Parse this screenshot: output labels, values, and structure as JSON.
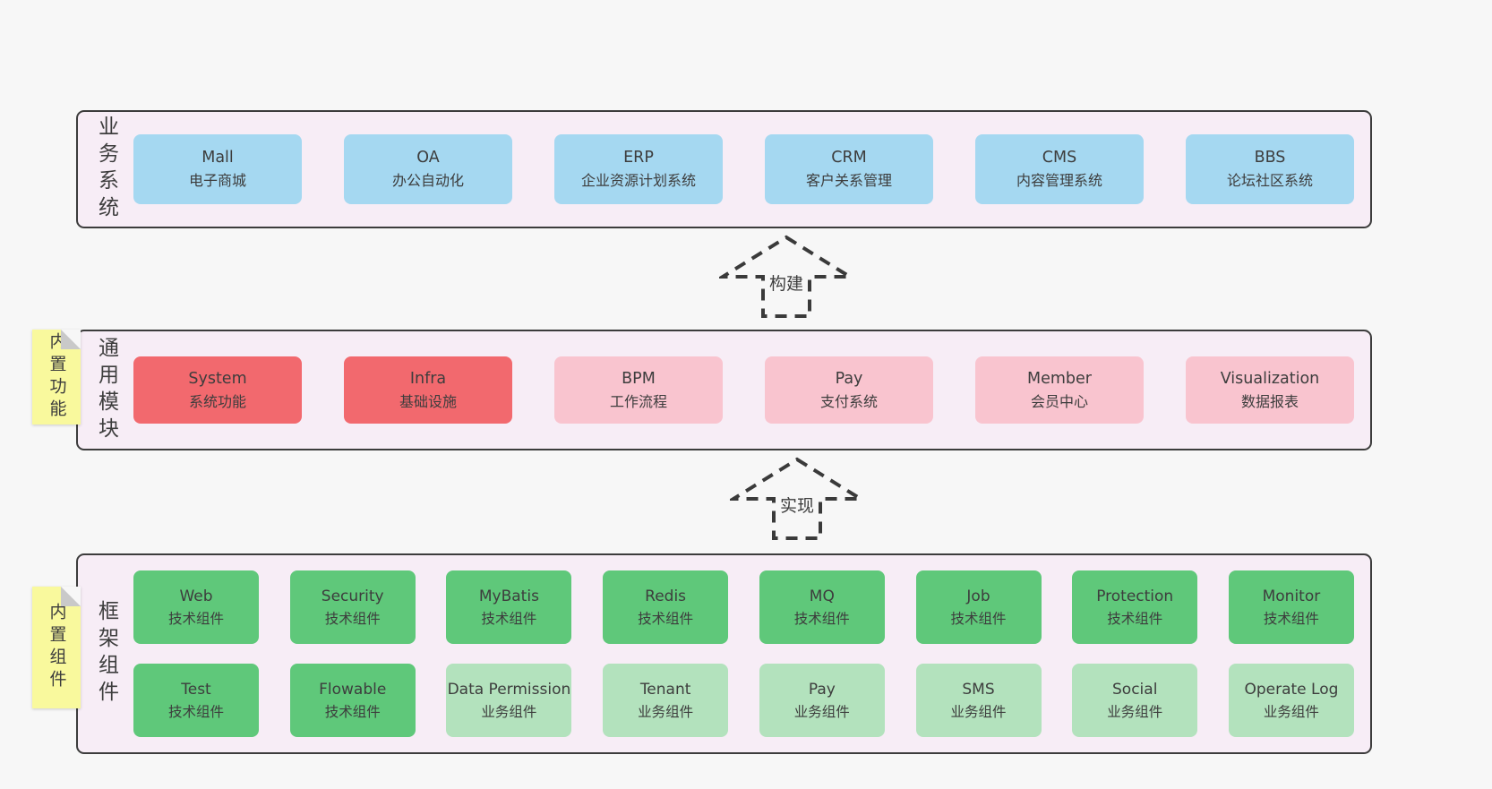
{
  "palette": {
    "page_bg": "#f7f7f7",
    "band_bg": "#f7edf6",
    "band_border": "#3c3c3c",
    "blue_node": "#a5d8f1",
    "red_node": "#f2696e",
    "pink_node": "#f9c4cf",
    "green_node": "#5fc87a",
    "light_green_node": "#b3e2bd",
    "sticky_bg": "#f9f99d",
    "text": "#3d3d3d"
  },
  "arrows": [
    {
      "label": "构建"
    },
    {
      "label": "实现"
    }
  ],
  "bands": [
    {
      "label": "业务系统",
      "items": [
        {
          "name": "Mall",
          "subtitle": "电子商城"
        },
        {
          "name": "OA",
          "subtitle": "办公自动化"
        },
        {
          "name": "ERP",
          "subtitle": "企业资源计划系统"
        },
        {
          "name": "CRM",
          "subtitle": "客户关系管理"
        },
        {
          "name": "CMS",
          "subtitle": "内容管理系统"
        },
        {
          "name": "BBS",
          "subtitle": "论坛社区系统"
        }
      ]
    },
    {
      "label": "通用模块",
      "sticky": "内置功能",
      "items": [
        {
          "name": "System",
          "subtitle": "系统功能"
        },
        {
          "name": "Infra",
          "subtitle": "基础设施"
        },
        {
          "name": "BPM",
          "subtitle": "工作流程"
        },
        {
          "name": "Pay",
          "subtitle": "支付系统"
        },
        {
          "name": "Member",
          "subtitle": "会员中心"
        },
        {
          "name": "Visualization",
          "subtitle": "数据报表"
        }
      ]
    },
    {
      "label": "框架组件",
      "sticky": "内置组件",
      "rows": [
        [
          {
            "name": "Web",
            "subtitle": "技术组件"
          },
          {
            "name": "Security",
            "subtitle": "技术组件"
          },
          {
            "name": "MyBatis",
            "subtitle": "技术组件"
          },
          {
            "name": "Redis",
            "subtitle": "技术组件"
          },
          {
            "name": "MQ",
            "subtitle": "技术组件"
          },
          {
            "name": "Job",
            "subtitle": "技术组件"
          },
          {
            "name": "Protection",
            "subtitle": "技术组件"
          },
          {
            "name": "Monitor",
            "subtitle": "技术组件"
          }
        ],
        [
          {
            "name": "Test",
            "subtitle": "技术组件"
          },
          {
            "name": "Flowable",
            "subtitle": "技术组件"
          },
          {
            "name": "Data Permission",
            "subtitle": "业务组件"
          },
          {
            "name": "Tenant",
            "subtitle": "业务组件"
          },
          {
            "name": "Pay",
            "subtitle": "业务组件"
          },
          {
            "name": "SMS",
            "subtitle": "业务组件"
          },
          {
            "name": "Social",
            "subtitle": "业务组件"
          },
          {
            "name": "Operate Log",
            "subtitle": "业务组件"
          }
        ]
      ]
    }
  ]
}
